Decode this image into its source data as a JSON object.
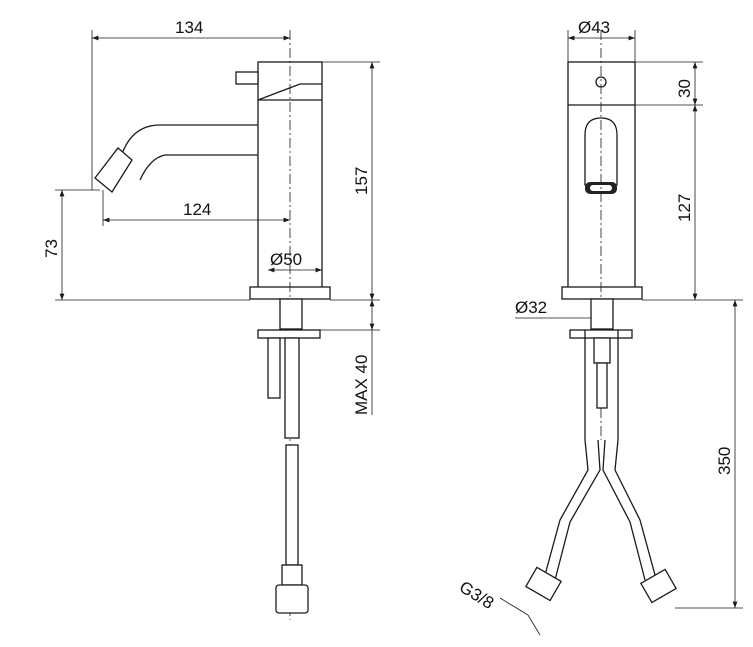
{
  "side_view": {
    "total_length": "134",
    "spout_reach": "124",
    "spout_height": "73",
    "body_height": "157",
    "base_diameter": "Ø50",
    "max_deck_thickness": "MAX 40"
  },
  "front_view": {
    "body_diameter": "Ø43",
    "cap_height": "30",
    "lower_body_height": "127",
    "hole_diameter": "Ø32",
    "hose_length": "350",
    "hose_thread": "G3/8"
  }
}
